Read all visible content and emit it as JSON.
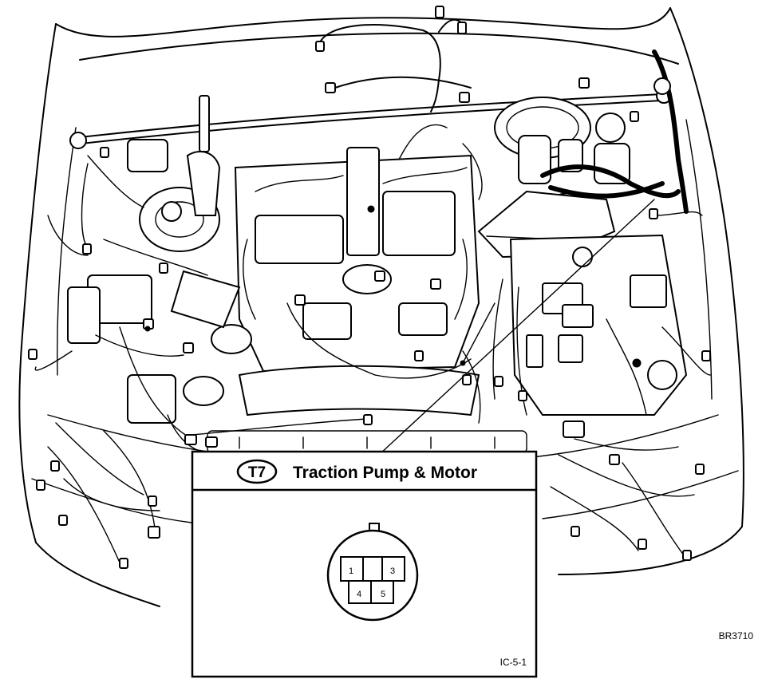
{
  "callout": {
    "code": "T7",
    "title": "Traction Pump & Motor",
    "ref": "IC-5-1"
  },
  "connector": {
    "pins": [
      "1",
      "3",
      "4",
      "5"
    ]
  },
  "figure_id": "BR3710"
}
